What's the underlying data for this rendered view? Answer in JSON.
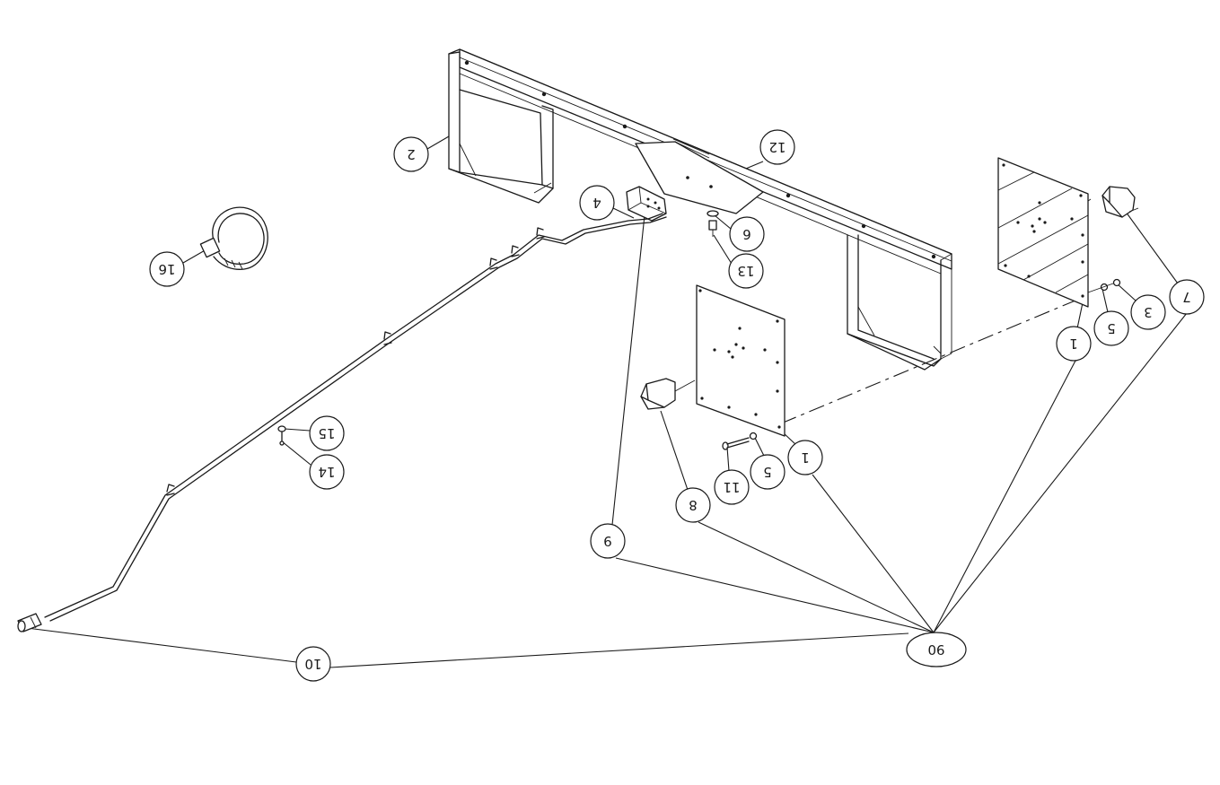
{
  "balloons": [
    {
      "id": "b2",
      "label": "2"
    },
    {
      "id": "b12",
      "label": "12"
    },
    {
      "id": "b4",
      "label": "4"
    },
    {
      "id": "b6",
      "label": "6"
    },
    {
      "id": "b13",
      "label": "13"
    },
    {
      "id": "b16",
      "label": "16"
    },
    {
      "id": "b15",
      "label": "15"
    },
    {
      "id": "b14",
      "label": "14"
    },
    {
      "id": "b9",
      "label": "9"
    },
    {
      "id": "b8",
      "label": "8"
    },
    {
      "id": "b11",
      "label": "11"
    },
    {
      "id": "b5a",
      "label": "5"
    },
    {
      "id": "b1a",
      "label": "1"
    },
    {
      "id": "b1b",
      "label": "1"
    },
    {
      "id": "b5b",
      "label": "5"
    },
    {
      "id": "b3",
      "label": "3"
    },
    {
      "id": "b7",
      "label": "7"
    },
    {
      "id": "b90",
      "label": "90"
    },
    {
      "id": "b10",
      "label": "10"
    }
  ]
}
